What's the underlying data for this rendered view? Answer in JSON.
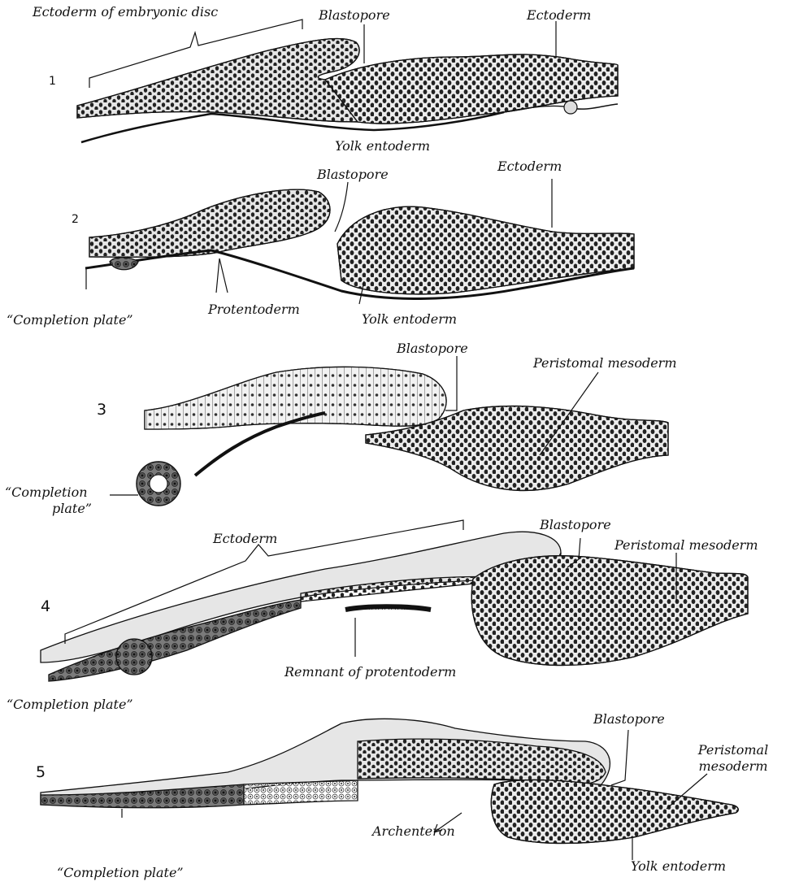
{
  "figures": [
    {
      "number": "1",
      "labels": {
        "ectoderm_disc": "Ectoderm of embryonic disc",
        "blastopore": "Blastopore",
        "ectoderm": "Ectoderm",
        "yolk_entoderm": "Yolk entoderm"
      }
    },
    {
      "number": "2",
      "labels": {
        "blastopore": "Blastopore",
        "ectoderm": "Ectoderm",
        "completion_plate": "“Completion plate”",
        "protentoderm": "Protentoderm",
        "yolk_entoderm": "Yolk entoderm"
      }
    },
    {
      "number": "3",
      "labels": {
        "blastopore": "Blastopore",
        "peristomal_mesoderm": "Peristomal mesoderm",
        "completion_line1": "“Completion",
        "completion_line2": "plate”"
      }
    },
    {
      "number": "4",
      "labels": {
        "ectoderm": "Ectoderm",
        "blastopore": "Blastopore",
        "peristomal_mesoderm": "Peristomal mesoderm",
        "remnant": "Remnant of protentoderm",
        "completion_plate": "“Completion plate”"
      }
    },
    {
      "number": "5",
      "labels": {
        "blastopore": "Blastopore",
        "peristomal_line1": "Peristomal",
        "peristomal_line2": "mesoderm",
        "archenteron": "Archenteron",
        "completion_plate": "“Completion plate”",
        "yolk_entoderm": "Yolk entoderm"
      }
    }
  ],
  "colors": {
    "ink": "#111111",
    "tissue_fill": "#e6e6e6",
    "nucleus": "#222222",
    "dark_cell": "#6a6a6a"
  }
}
